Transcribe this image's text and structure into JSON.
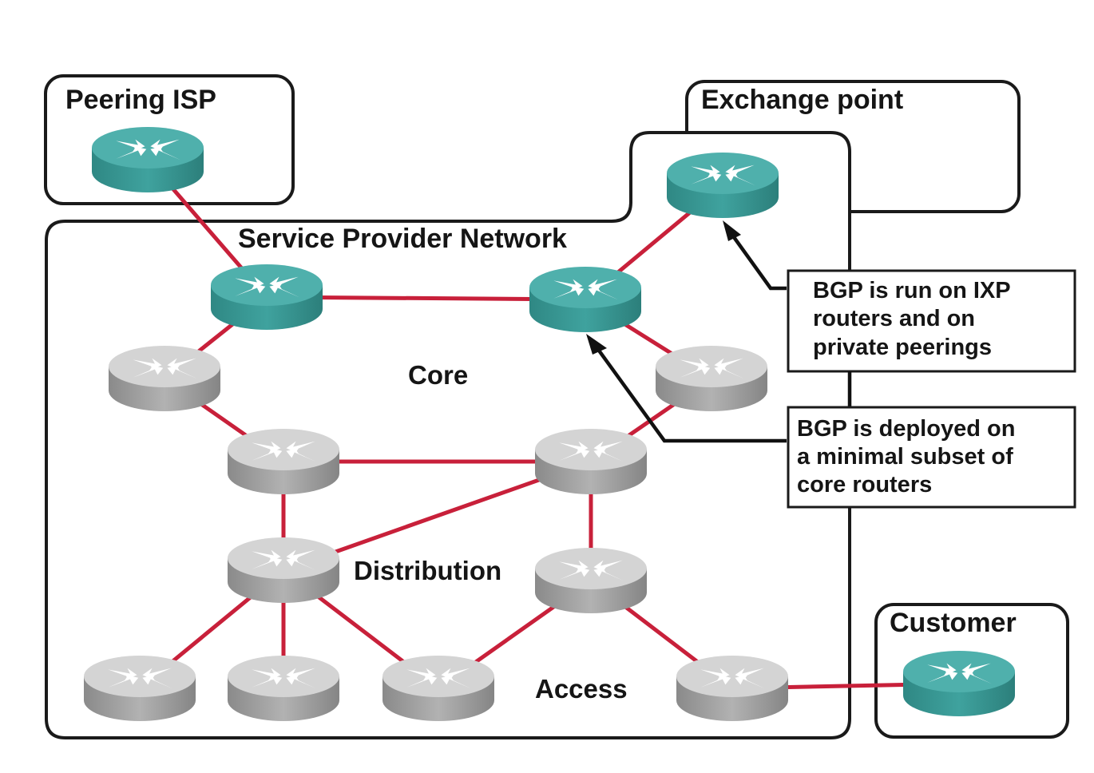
{
  "regions": {
    "peering_isp": "Peering ISP",
    "exchange_point": "Exchange point",
    "service_provider": "Service Provider Network",
    "customer": "Customer"
  },
  "tiers": {
    "core": "Core",
    "distribution": "Distribution",
    "access": "Access"
  },
  "callouts": [
    {
      "id": "ixp",
      "lines": [
        "BGP is run on IXP",
        "routers and on",
        "private peerings"
      ],
      "points_to": "exchange-router"
    },
    {
      "id": "core",
      "lines": [
        "BGP is deployed on",
        "a minimal subset of",
        "core routers"
      ],
      "points_to": "sp-border-right"
    }
  ],
  "colors": {
    "bgp_router": "#3a9c98",
    "bgp_router_top": "#4fb0ac",
    "internal_router": "#9a9a9a",
    "internal_router_top": "#d4d4d4",
    "link": "#c8203a",
    "outline": "#1a1a1a"
  },
  "routers": [
    {
      "id": "peering-isp-router",
      "role": "bgp",
      "region": "Peering ISP",
      "icon": "router-icon"
    },
    {
      "id": "exchange-router",
      "role": "bgp",
      "region": "Exchange point",
      "icon": "router-icon"
    },
    {
      "id": "sp-border-left",
      "role": "bgp",
      "region": "Service Provider Network",
      "icon": "router-icon"
    },
    {
      "id": "sp-border-right",
      "role": "bgp",
      "region": "Service Provider Network",
      "icon": "router-icon"
    },
    {
      "id": "core-left",
      "role": "internal",
      "tier": "Core",
      "icon": "router-icon"
    },
    {
      "id": "core-right",
      "role": "internal",
      "tier": "Core",
      "icon": "router-icon"
    },
    {
      "id": "core-mid-left",
      "role": "internal",
      "tier": "Core",
      "icon": "router-icon"
    },
    {
      "id": "core-mid-right",
      "role": "internal",
      "tier": "Core",
      "icon": "router-icon"
    },
    {
      "id": "dist-left",
      "role": "internal",
      "tier": "Distribution",
      "icon": "router-icon"
    },
    {
      "id": "dist-right",
      "role": "internal",
      "tier": "Distribution",
      "icon": "router-icon"
    },
    {
      "id": "access-1",
      "role": "internal",
      "tier": "Access",
      "icon": "router-icon"
    },
    {
      "id": "access-2",
      "role": "internal",
      "tier": "Access",
      "icon": "router-icon"
    },
    {
      "id": "access-3",
      "role": "internal",
      "tier": "Access",
      "icon": "router-icon"
    },
    {
      "id": "access-4",
      "role": "internal",
      "tier": "Access",
      "icon": "router-icon"
    },
    {
      "id": "customer-router",
      "role": "bgp",
      "region": "Customer",
      "icon": "router-icon"
    }
  ],
  "links": [
    [
      "peering-isp-router",
      "sp-border-left"
    ],
    [
      "sp-border-left",
      "sp-border-right"
    ],
    [
      "sp-border-right",
      "exchange-router"
    ],
    [
      "sp-border-left",
      "core-left"
    ],
    [
      "sp-border-right",
      "core-right"
    ],
    [
      "core-left",
      "core-mid-left"
    ],
    [
      "core-right",
      "core-mid-right"
    ],
    [
      "core-mid-left",
      "core-mid-right"
    ],
    [
      "core-mid-left",
      "dist-left"
    ],
    [
      "core-mid-right",
      "dist-left"
    ],
    [
      "core-mid-right",
      "dist-right"
    ],
    [
      "dist-left",
      "access-1"
    ],
    [
      "dist-left",
      "access-2"
    ],
    [
      "dist-left",
      "access-3"
    ],
    [
      "dist-right",
      "access-3"
    ],
    [
      "dist-right",
      "access-4"
    ],
    [
      "access-4",
      "customer-router"
    ]
  ]
}
